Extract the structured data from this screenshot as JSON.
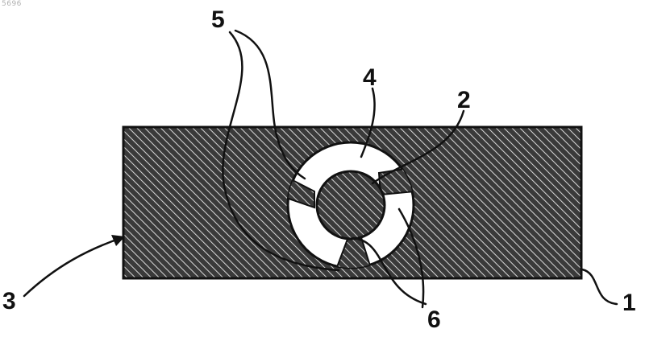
{
  "corner_mark": "5696",
  "labels": {
    "l1": "1",
    "l2": "2",
    "l3": "3",
    "l4": "4",
    "l5": "5",
    "l6": "6"
  },
  "colors": {
    "ink": "#111111",
    "hatch_bg": "#3a3a3a",
    "hatch_line": "#d8d8d8",
    "paper": "#ffffff"
  }
}
